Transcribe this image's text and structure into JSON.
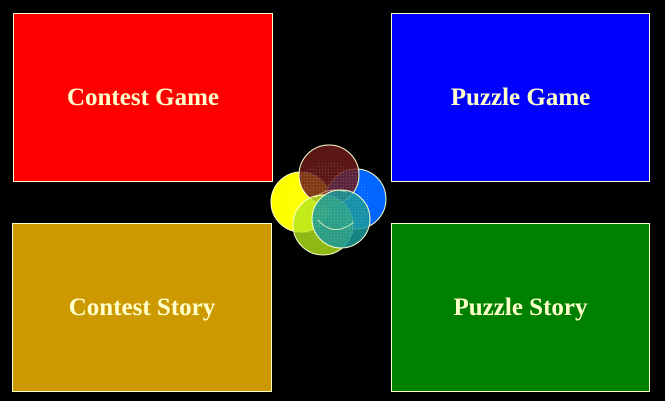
{
  "menu": {
    "contest_game": {
      "label": "Contest Game",
      "color": "#ff0000"
    },
    "puzzle_game": {
      "label": "Puzzle Game",
      "color": "#0000ff"
    },
    "contest_story": {
      "label": "Contest Story",
      "color": "#cc9900"
    },
    "puzzle_story": {
      "label": "Puzzle Story",
      "color": "#008000"
    }
  },
  "logo": {
    "icon": "overlapping-circles-icon",
    "colors": {
      "yellow": "#ffff00",
      "blue": "#0066ff",
      "maroon": "#6b1a1a",
      "green": "#b3e61a",
      "teal": "#1a9999"
    }
  },
  "theme": {
    "background": "#000000",
    "text": "#ffffcc",
    "border": "#ffffcc"
  }
}
